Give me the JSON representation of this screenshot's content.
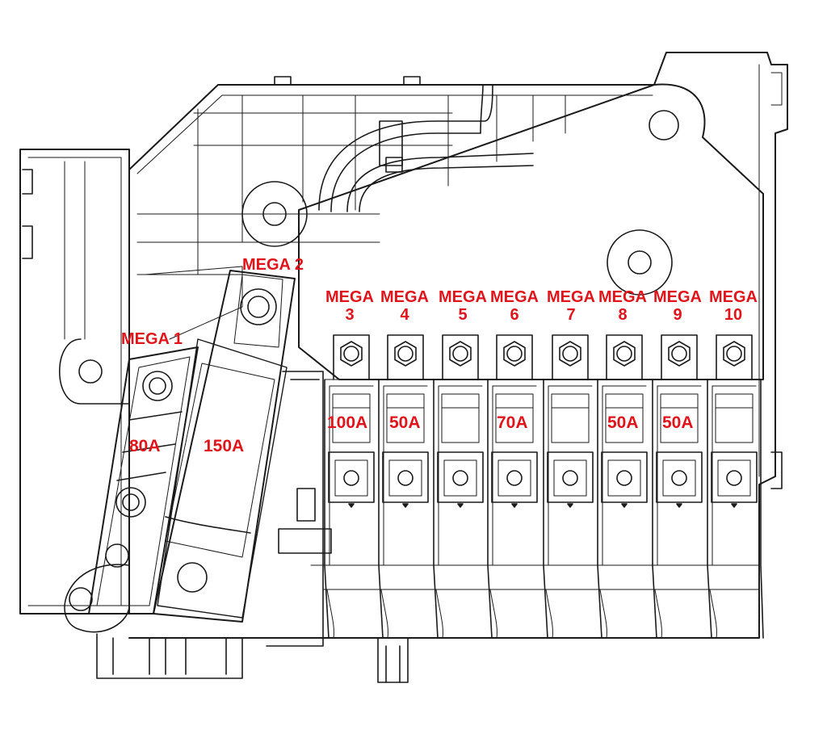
{
  "colors": {
    "label": "#e0141b",
    "line": "#1a1a1a",
    "background": "#ffffff"
  },
  "fuses": {
    "mega1": {
      "name": "MEGA 1",
      "rating": "80A"
    },
    "mega2": {
      "name": "MEGA 2",
      "rating": "150A"
    },
    "mega3": {
      "name": "MEGA",
      "number": "3",
      "rating": "100A"
    },
    "mega4": {
      "name": "MEGA",
      "number": "4",
      "rating": "50A"
    },
    "mega5": {
      "name": "MEGA",
      "number": "5"
    },
    "mega6": {
      "name": "MEGA",
      "number": "6",
      "rating": "70A"
    },
    "mega7": {
      "name": "MEGA",
      "number": "7"
    },
    "mega8": {
      "name": "MEGA",
      "number": "8",
      "rating": "50A"
    },
    "mega9": {
      "name": "MEGA",
      "number": "9",
      "rating": "50A"
    },
    "mega10": {
      "name": "MEGA",
      "number": "10"
    }
  }
}
